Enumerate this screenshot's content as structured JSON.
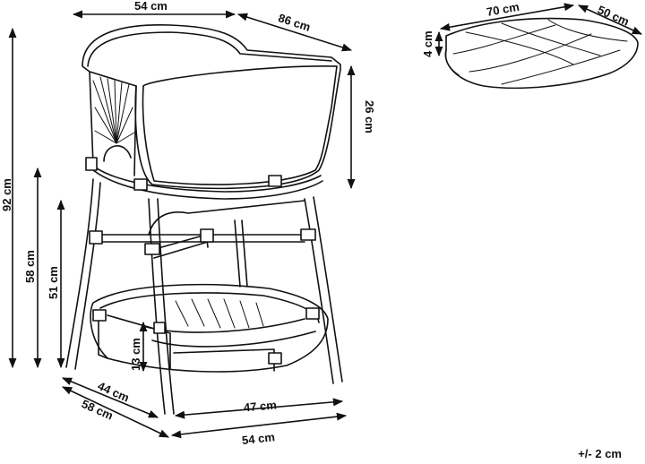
{
  "dimensions": {
    "chair_width_top": "54 cm",
    "chair_depth_top": "86 cm",
    "total_height": "92 cm",
    "seat_height": "58 cm",
    "armrest_lower_height": "51 cm",
    "backrest_height": "26 cm",
    "shelf_height": "13 cm",
    "inner_depth": "44 cm",
    "base_depth": "58 cm",
    "inner_width": "47 cm",
    "base_width": "54 cm",
    "cushion_width": "70 cm",
    "cushion_depth": "50 cm",
    "cushion_thickness": "4 cm"
  },
  "tolerance": "+/- 2 cm"
}
